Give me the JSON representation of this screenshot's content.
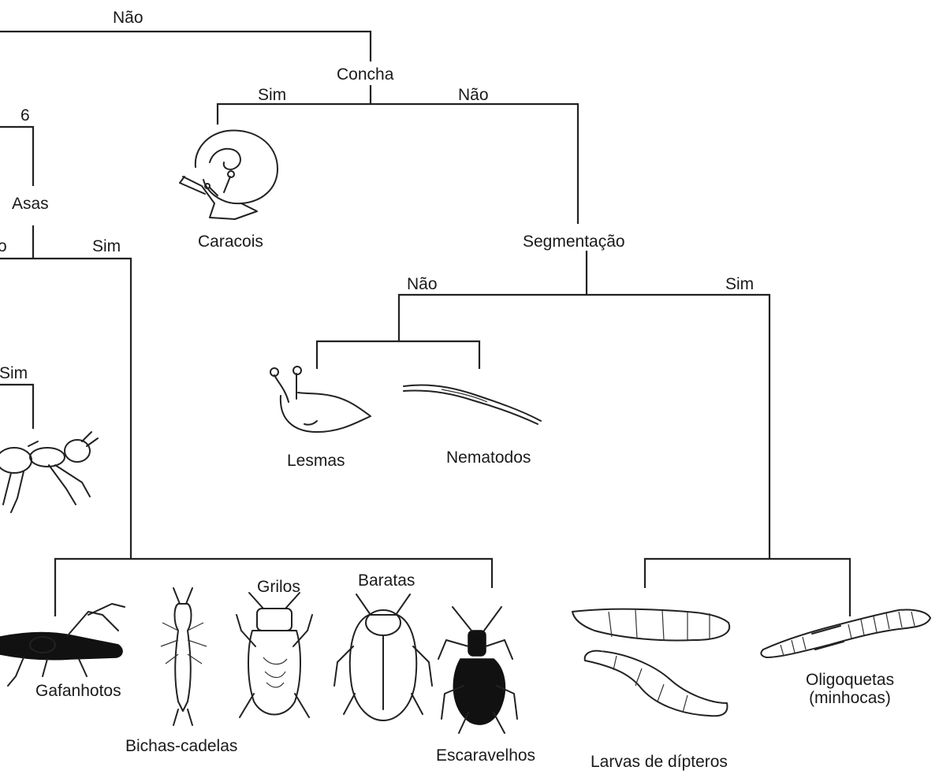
{
  "branches": {
    "top_no": "Não",
    "concha_sim": "Sim",
    "concha_nao": "Não",
    "six": "6",
    "asas_partial": "o",
    "asas_sim": "Sim",
    "seg_nao": "Não",
    "seg_sim": "Sim",
    "left_sim": "Sim"
  },
  "nodes": {
    "concha": "Concha",
    "asas": "Asas",
    "segmentacao": "Segmentação"
  },
  "taxa": {
    "caracois": "Caracois",
    "lesmas": "Lesmas",
    "nematodos": "Nematodos",
    "gafanhotos": "Gafanhotos",
    "bichas_cadelas": "Bichas-cadelas",
    "grilos": "Grilos",
    "baratas": "Baratas",
    "escaravelhos": "Escaravelhos",
    "larvas": "Larvas de dípteros",
    "oligoquetas_1": "Oligoquetas",
    "oligoquetas_2": "(minhocas)"
  },
  "icons": [
    "snail-icon",
    "slug-icon",
    "nematode-icon",
    "ant-icon",
    "grasshopper-icon",
    "earwig-icon",
    "cricket-icon",
    "cockroach-icon",
    "beetle-icon",
    "fly-larva-icon",
    "earthworm-icon"
  ]
}
